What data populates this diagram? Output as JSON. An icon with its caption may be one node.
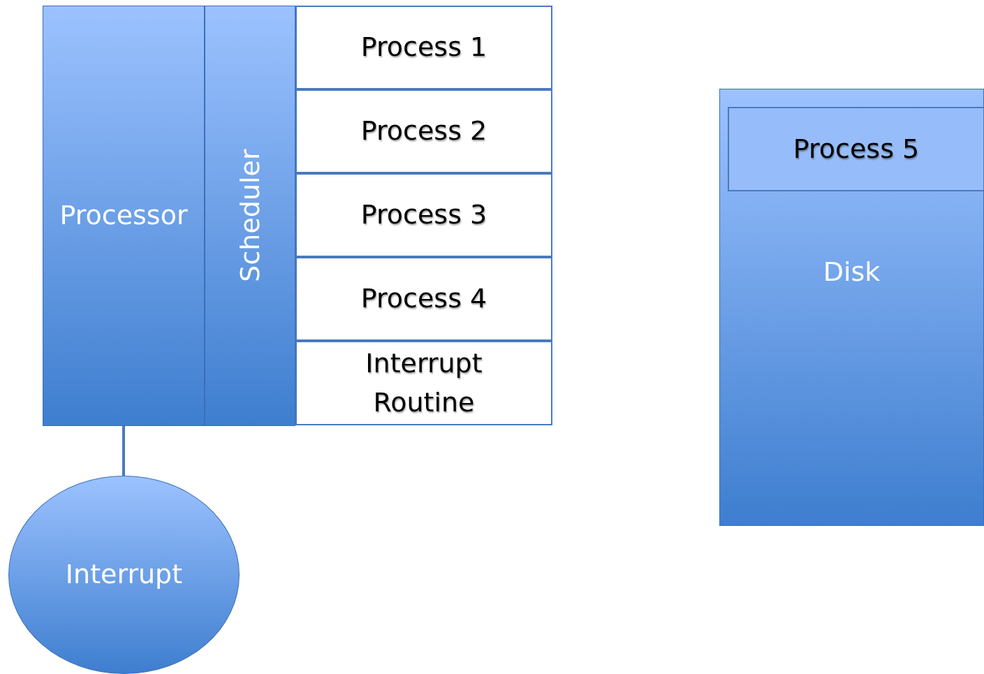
{
  "diagram": {
    "nodes": [
      {
        "text": [
          "Processor"
        ]
      },
      {
        "text": [
          "Scheduler"
        ]
      },
      {
        "text": [
          "Process 1"
        ]
      },
      {
        "text": [
          "Process 2"
        ]
      },
      {
        "text": [
          "Process 3"
        ]
      },
      {
        "text": [
          "Process 4"
        ]
      },
      {
        "text": [
          "Interrupt Routine"
        ]
      },
      {
        "text": [
          "Interrupt"
        ]
      },
      {
        "text": [
          "Disk"
        ]
      },
      {
        "text": [
          "Process 5"
        ],
        "in": 8
      }
    ],
    "edges": [
      {
        "from": 0,
        "to": 7,
        "arrow": "none"
      }
    ]
  }
}
